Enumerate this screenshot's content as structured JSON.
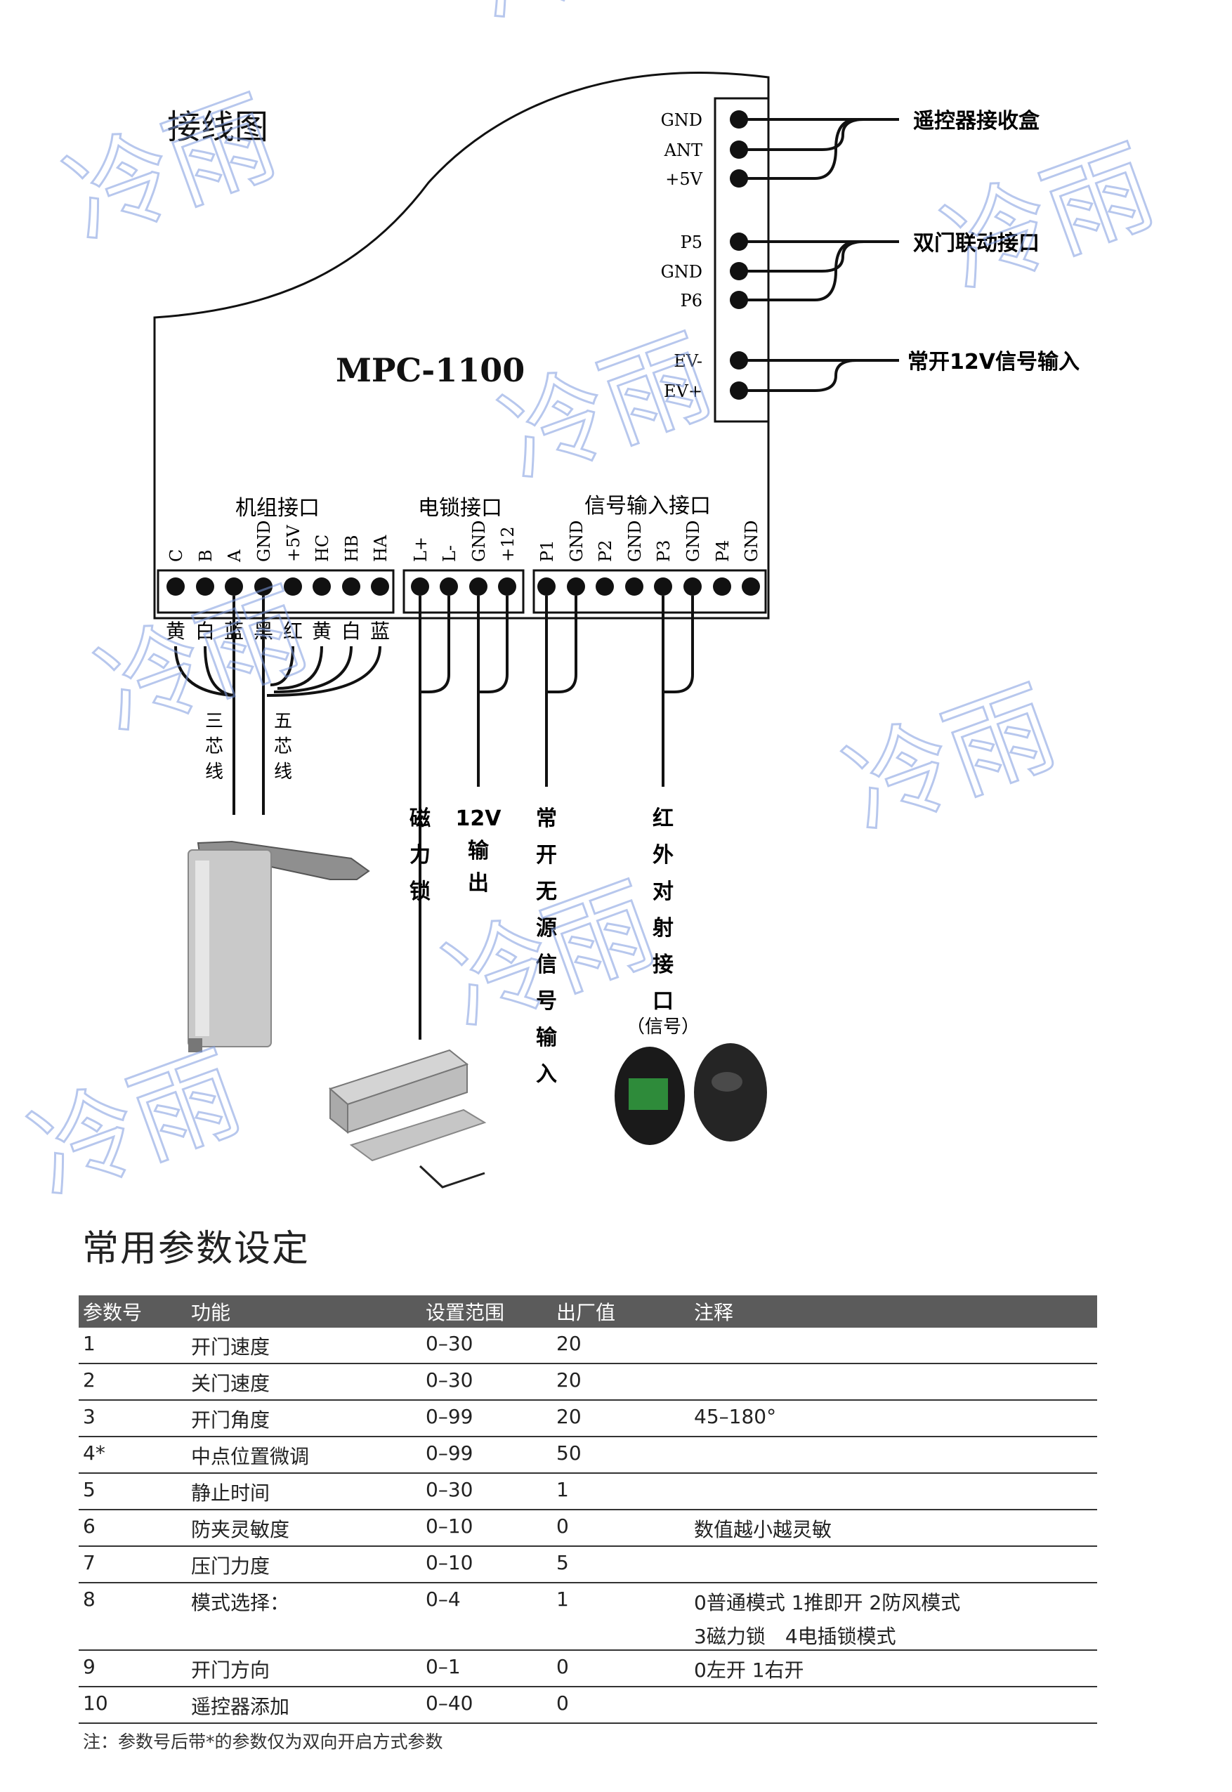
{
  "diagram": {
    "title": "接线图",
    "model": "MPC-1100",
    "right_terminals": [
      "GND",
      "ANT",
      "+5V",
      "P5",
      "GND",
      "P6",
      "EV-",
      "EV+"
    ],
    "right_labels": [
      "遥控器接收盒",
      "双门联动接口",
      "常开12V信号输入"
    ],
    "group_labels": [
      "机组接口",
      "电锁接口",
      "信号输入接口"
    ],
    "bottom_terminals": [
      "C",
      "B",
      "A",
      "GND",
      "+5V",
      "HC",
      "HB",
      "HA",
      "L+",
      "L-",
      "GND",
      "+12",
      "P1",
      "GND",
      "P2",
      "GND",
      "P3",
      "GND",
      "P4",
      "GND"
    ],
    "wire_colors": [
      "黄",
      "白",
      "蓝",
      "黑",
      "红",
      "黄",
      "白",
      "蓝"
    ],
    "cable_labels": [
      "三芯线",
      "五芯线"
    ],
    "function_labels": [
      "磁力锁",
      "12V输出",
      "常开无源信号输入",
      "红外对射接口"
    ],
    "function_sublabel": "（信号）",
    "watermark": "冷雨"
  },
  "params": {
    "title": "常用参数设定",
    "headers": [
      "参数号",
      "功能",
      "设置范围",
      "出厂值",
      "注释"
    ],
    "rows": [
      {
        "no": "1",
        "func": "开门速度",
        "range": "0–30",
        "default": "20",
        "note": "",
        "note2": ""
      },
      {
        "no": "2",
        "func": "关门速度",
        "range": "0–30",
        "default": "20",
        "note": "",
        "note2": ""
      },
      {
        "no": "3",
        "func": "开门角度",
        "range": "0–99",
        "default": "20",
        "note": "45–180°",
        "note2": ""
      },
      {
        "no": "4*",
        "func": "中点位置微调",
        "range": "0–99",
        "default": "50",
        "note": "",
        "note2": ""
      },
      {
        "no": "5",
        "func": "静止时间",
        "range": "0–30",
        "default": "1",
        "note": "",
        "note2": ""
      },
      {
        "no": "6",
        "func": "防夹灵敏度",
        "range": "0–10",
        "default": "0",
        "note": "数值越小越灵敏",
        "note2": ""
      },
      {
        "no": "7",
        "func": "压门力度",
        "range": "0–10",
        "default": "5",
        "note": "",
        "note2": ""
      },
      {
        "no": "8",
        "func": "模式选择：",
        "range": "0–4",
        "default": "1",
        "note": "0普通模式 1推即开 2防风模式",
        "note2": "3磁力锁　4电插锁模式"
      },
      {
        "no": "9",
        "func": "开门方向",
        "range": "0–1",
        "default": "0",
        "note": "0左开 1右开",
        "note2": ""
      },
      {
        "no": "10",
        "func": "遥控器添加",
        "range": "0–40",
        "default": "0",
        "note": "",
        "note2": ""
      }
    ],
    "footnote": "注：参数号后带*的参数仅为双向开启方式参数"
  }
}
